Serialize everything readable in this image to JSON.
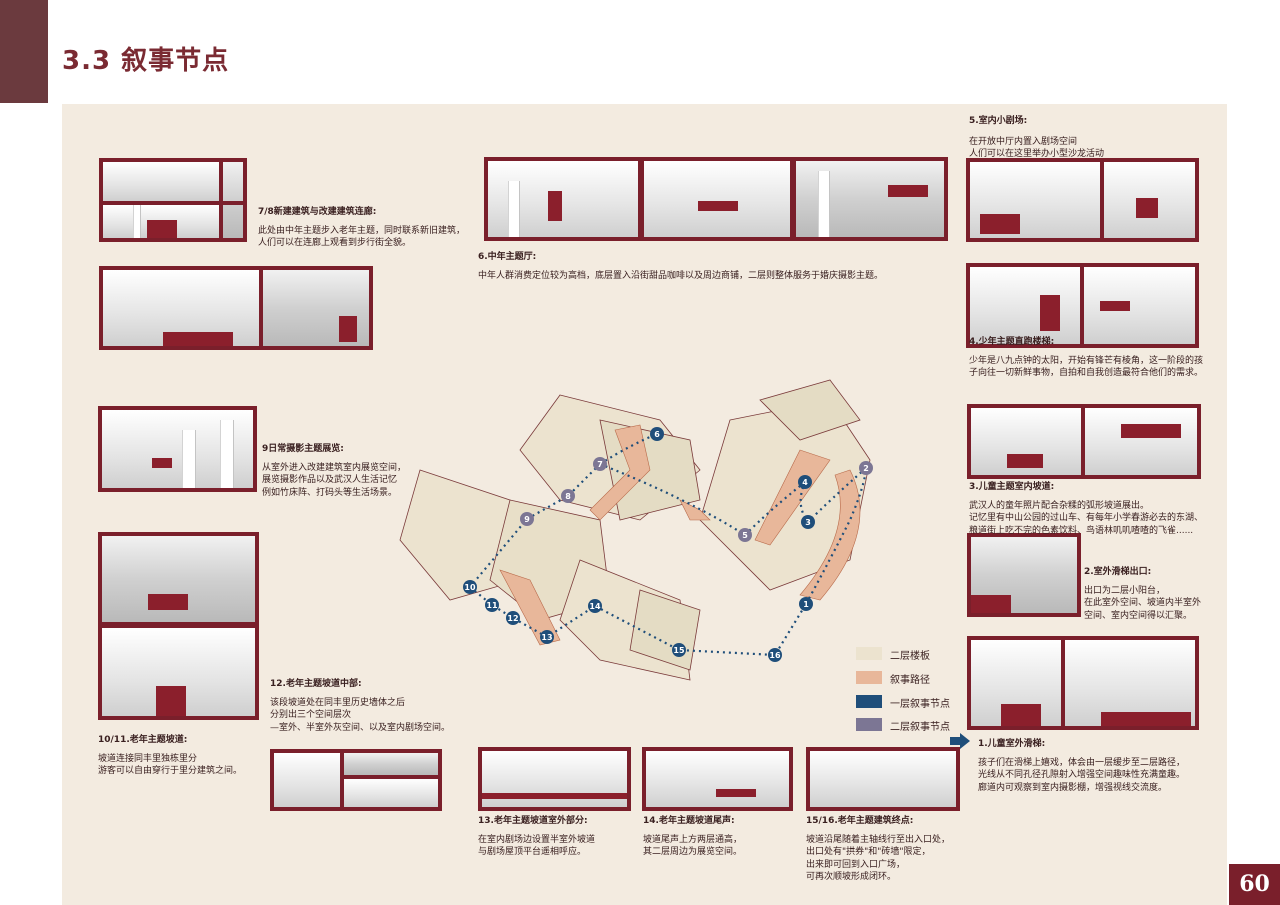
{
  "title": "3.3 叙事节点",
  "page_number": "60",
  "colors": {
    "brand": "#7a1f2b",
    "board": "#f3ebe0",
    "floor2": "#ece3cf",
    "path": "#e8b79a",
    "node1": "#1f4e7a",
    "node2": "#7c7694"
  },
  "captions": {
    "c78": {
      "head": "7/8新建建筑与改建建筑连廊:",
      "l1": "此处由中年主题步入老年主题，同时联系新旧建筑，",
      "l2": "人们可以在连廊上观看到步行街全貌。"
    },
    "c6": {
      "head": "6.中年主题厅:",
      "l1": "中年人群消费定位较为高档，底层置入沿街甜品咖啡以及周边商铺，二层则整体服务于婚庆摄影主题。"
    },
    "c5": {
      "head": "5.室内小剧场:",
      "l1": "在开放中厅内置入剧场空间",
      "l2": "人们可以在这里举办小型沙龙活动"
    },
    "c4": {
      "head": "4.少年主题直跑楼梯:",
      "l1": "少年是八九点钟的太阳，开始有锋芒有棱角，这一阶段的孩",
      "l2": "子向往一切新鲜事物，自拍和自我创造最符合他们的需求。"
    },
    "c9": {
      "head": "9日常摄影主题展览:",
      "l1": "从室外进入改建建筑室内展览空间，",
      "l2": "展览摄影作品以及武汉人生活记忆",
      "l3": "例如竹床阵、打码头等生活场景。"
    },
    "c3": {
      "head": "3.儿童主题室内坡道:",
      "l1": "武汉人的童年照片配合杂糅的弧形坡道展出。",
      "l2": "记忆里有中山公园的过山车、有每年小学春游必去的东湖、",
      "l3": "粮道街上吃不完的色素饮料、鸟语林叽叽喳喳的飞雀......"
    },
    "c2": {
      "head": "2.室外滑梯出口:",
      "l1": "出口为二层小阳台，",
      "l2": "在此室外空间、坡道内半室外",
      "l3": "空间、室内空间得以汇聚。"
    },
    "c12": {
      "head": "12.老年主题坡道中部:",
      "l1": "该段坡道处在同丰里历史墙体之后",
      "l2": "分别出三个空间层次",
      "l3": "—室外、半室外灰空间、以及室内剧场空间。"
    },
    "c1011": {
      "head": "10/11.老年主题坡道:",
      "l1": "坡道连接同丰里独栋里分",
      "l2": "游客可以自由穿行于里分建筑之间。"
    },
    "c1": {
      "head": "1.儿童室外滑梯:",
      "l1": "孩子们在滑梯上嬉戏，体会由一层缓步至二层路径，",
      "l2": "光线从不同孔径孔隙射入增强空间趣味性充满童趣。",
      "l3": "廊道内可观察到室内摄影棚，增强视线交流度。"
    },
    "c13": {
      "head": "13.老年主题坡道室外部分:",
      "l1": "在室内剧场边设置半室外坡道",
      "l2": "与剧场屋顶平台遥相呼应。"
    },
    "c14": {
      "head": "14.老年主题坡道尾声:",
      "l1": "坡道尾声上方两层通高，",
      "l2": "其二层周边为展览空间。"
    },
    "c1516": {
      "head": "15/16.老年主题建筑终点:",
      "l1": "坡道沿尾随着主轴线行至出入口处，",
      "l2": "出口处有\"拱券\"和\"砖墙\"限定，",
      "l3": "出来即可回到入口广场，",
      "l4": "可再次顺坡形成闭环。"
    }
  },
  "legend": [
    {
      "label": "二层楼板"
    },
    {
      "label": "叙事路径"
    },
    {
      "label": "一层叙事节点"
    },
    {
      "label": "二层叙事节点"
    }
  ],
  "nodes": [
    {
      "n": "1",
      "level": "node1"
    },
    {
      "n": "2",
      "level": "node2"
    },
    {
      "n": "3",
      "level": "node1"
    },
    {
      "n": "4",
      "level": "node1"
    },
    {
      "n": "5",
      "level": "node2"
    },
    {
      "n": "6",
      "level": "node1"
    },
    {
      "n": "7",
      "level": "node2"
    },
    {
      "n": "8",
      "level": "node2"
    },
    {
      "n": "9",
      "level": "node2"
    },
    {
      "n": "10",
      "level": "node1"
    },
    {
      "n": "11",
      "level": "node1"
    },
    {
      "n": "12",
      "level": "node1"
    },
    {
      "n": "13",
      "level": "node1"
    },
    {
      "n": "14",
      "level": "node1"
    },
    {
      "n": "15",
      "level": "node1"
    },
    {
      "n": "16",
      "level": "node1"
    }
  ]
}
